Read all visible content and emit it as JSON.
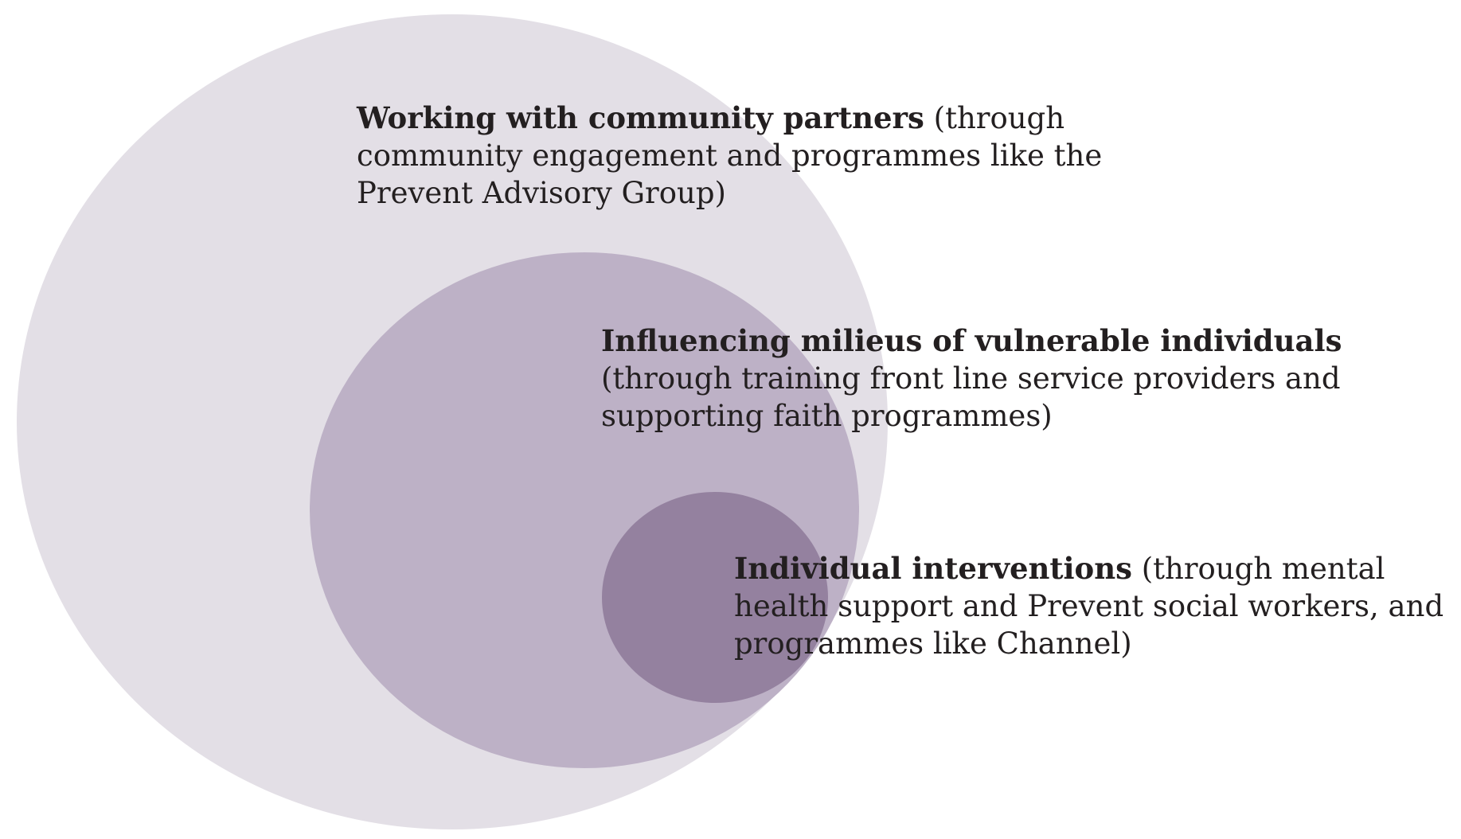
{
  "colors": {
    "outer": "#e3dfe6",
    "middle": "#bdb1c6",
    "inner": "#94819f",
    "text": "#231f20"
  },
  "levels": [
    {
      "heading": "Working with community partners",
      "lines": [
        " (through",
        "community engagement and programmes like the",
        "Prevent Advisory Group)"
      ]
    },
    {
      "heading": "Influencing milieus of vulnerable individuals",
      "lines": [
        "",
        "(through training front line service providers and",
        "supporting faith programmes)"
      ]
    },
    {
      "heading": "Individual interventions",
      "lines": [
        " (through mental",
        "health support and Prevent social workers, and",
        "programmes like Channel)"
      ]
    }
  ]
}
